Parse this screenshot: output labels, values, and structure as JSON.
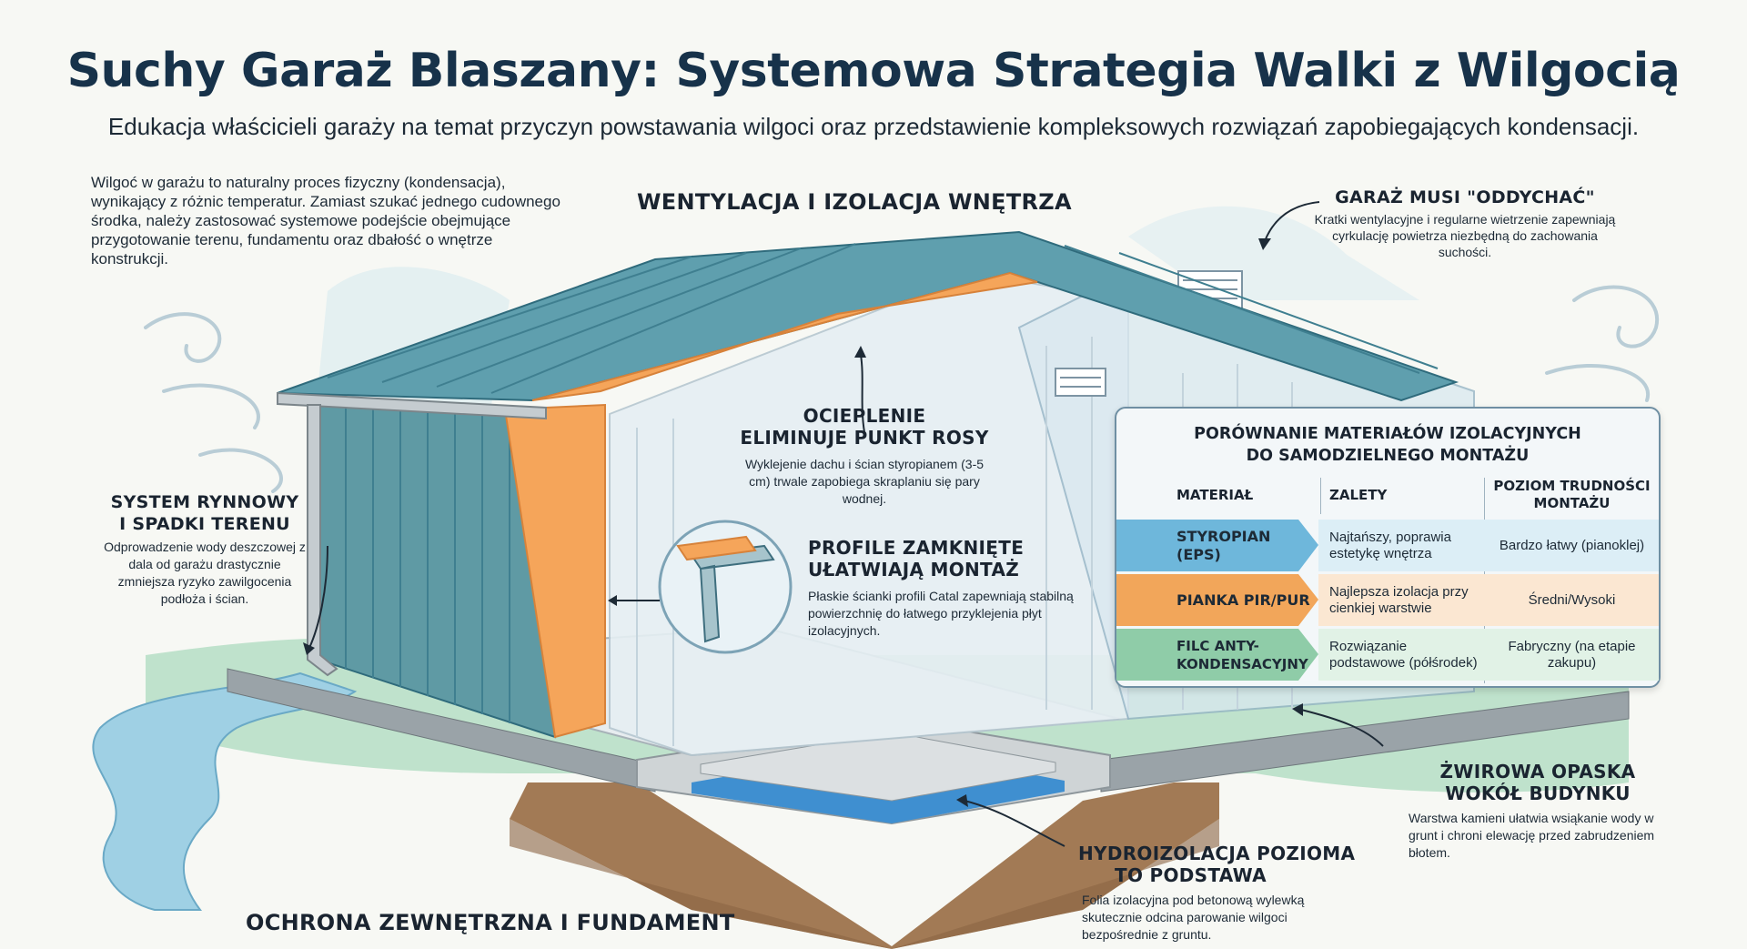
{
  "title": "Suchy Garaż Blaszany: Systemowa Strategia Walki z Wilgocią",
  "subtitle": "Edukacja właścicieli garaży na temat przyczyn powstawania wilgoci oraz przedstawienie kompleksowych rozwiązań zapobiegających kondensacji.",
  "intro": "Wilgoć w garażu to naturalny proces fizyczny (kondensacja), wynikający z różnic temperatur. Zamiast szukać jednego cudownego środka, należy zastosować systemowe podejście obejmujące przygotowanie terenu, fundamentu oraz dbałość o wnętrze konstrukcji.",
  "sections": {
    "interior": "WENTYLACJA I IZOLACJA WNĘTRZA",
    "exterior": "OCHRONA ZEWNĘTRZNA I FUNDAMENT"
  },
  "callouts": {
    "breathe": {
      "heading": "GARAŻ MUSI \"ODDYCHAĆ\"",
      "text": "Kratki wentylacyjne i regularne wietrzenie zapewniają cyrkulację powietrza niezbędną do zachowania suchości."
    },
    "insulation": {
      "heading_line1": "OCIEPLENIE",
      "heading_line2": "ELIMINUJE PUNKT ROSY",
      "text": "Wyklejenie dachu i ścian styropianem (3-5 cm) trwale zapobiega skraplaniu się pary wodnej."
    },
    "profiles": {
      "heading_line1": "PROFILE ZAMKNIĘTE",
      "heading_line2": "UŁATWIAJĄ MONTAŻ",
      "text": "Płaskie ścianki profili Catal zapewniają stabilną powierzchnię do łatwego przyklejenia płyt izolacyjnych."
    },
    "gutters": {
      "heading_line1": "SYSTEM RYNNOWY",
      "heading_line2": "I SPADKI TERENU",
      "text": "Odprowadzenie wody deszczowej z dala od garażu drastycznie zmniejsza ryzyko zawilgocenia podłoża i ścian."
    },
    "gravel": {
      "heading_line1": "ŻWIROWA OPASKA",
      "heading_line2": "WOKÓŁ BUDYNKU",
      "text": "Warstwa kamieni ułatwia wsiąkanie wody w grunt i chroni elewację przed zabrudzeniem błotem."
    },
    "membrane": {
      "heading_line1": "HYDROIZOLACJA POZIOMA",
      "heading_line2": "TO PODSTAWA",
      "text": "Folia izolacyjna pod betonową wylewką skutecznie odcina parowanie wilgoci bezpośrednie z gruntu."
    }
  },
  "comparison_table": {
    "title_line1": "PORÓWNANIE MATERIAŁÓW IZOLACYJNYCH",
    "title_line2": "DO SAMODZIELNEGO MONTAŻU",
    "headers": [
      "MATERIAŁ",
      "ZALETY",
      "POZIOM TRUDNOŚCI MONTAŻU"
    ],
    "rows": [
      {
        "material": "STYROPIAN (EPS)",
        "pros": "Najtańszy, poprawia estetykę wnętrza",
        "difficulty": "Bardzo łatwy (pianoklej)",
        "color": "#6eb7db",
        "tint": "#dceef6"
      },
      {
        "material": "PIANKA PIR/PUR",
        "pros": "Najlepsza izolacja przy cienkiej warstwie",
        "difficulty": "Średni/Wysoki",
        "color": "#f2a65a",
        "tint": "#fbe7d2"
      },
      {
        "material": "FILC ANTY-KONDENSACYJNY",
        "pros": "Rozwiązanie podstawowe (półśrodek)",
        "difficulty": "Fabryczny (na etapie zakupu)",
        "color": "#8fcca8",
        "tint": "#e1f2e6"
      }
    ]
  }
}
